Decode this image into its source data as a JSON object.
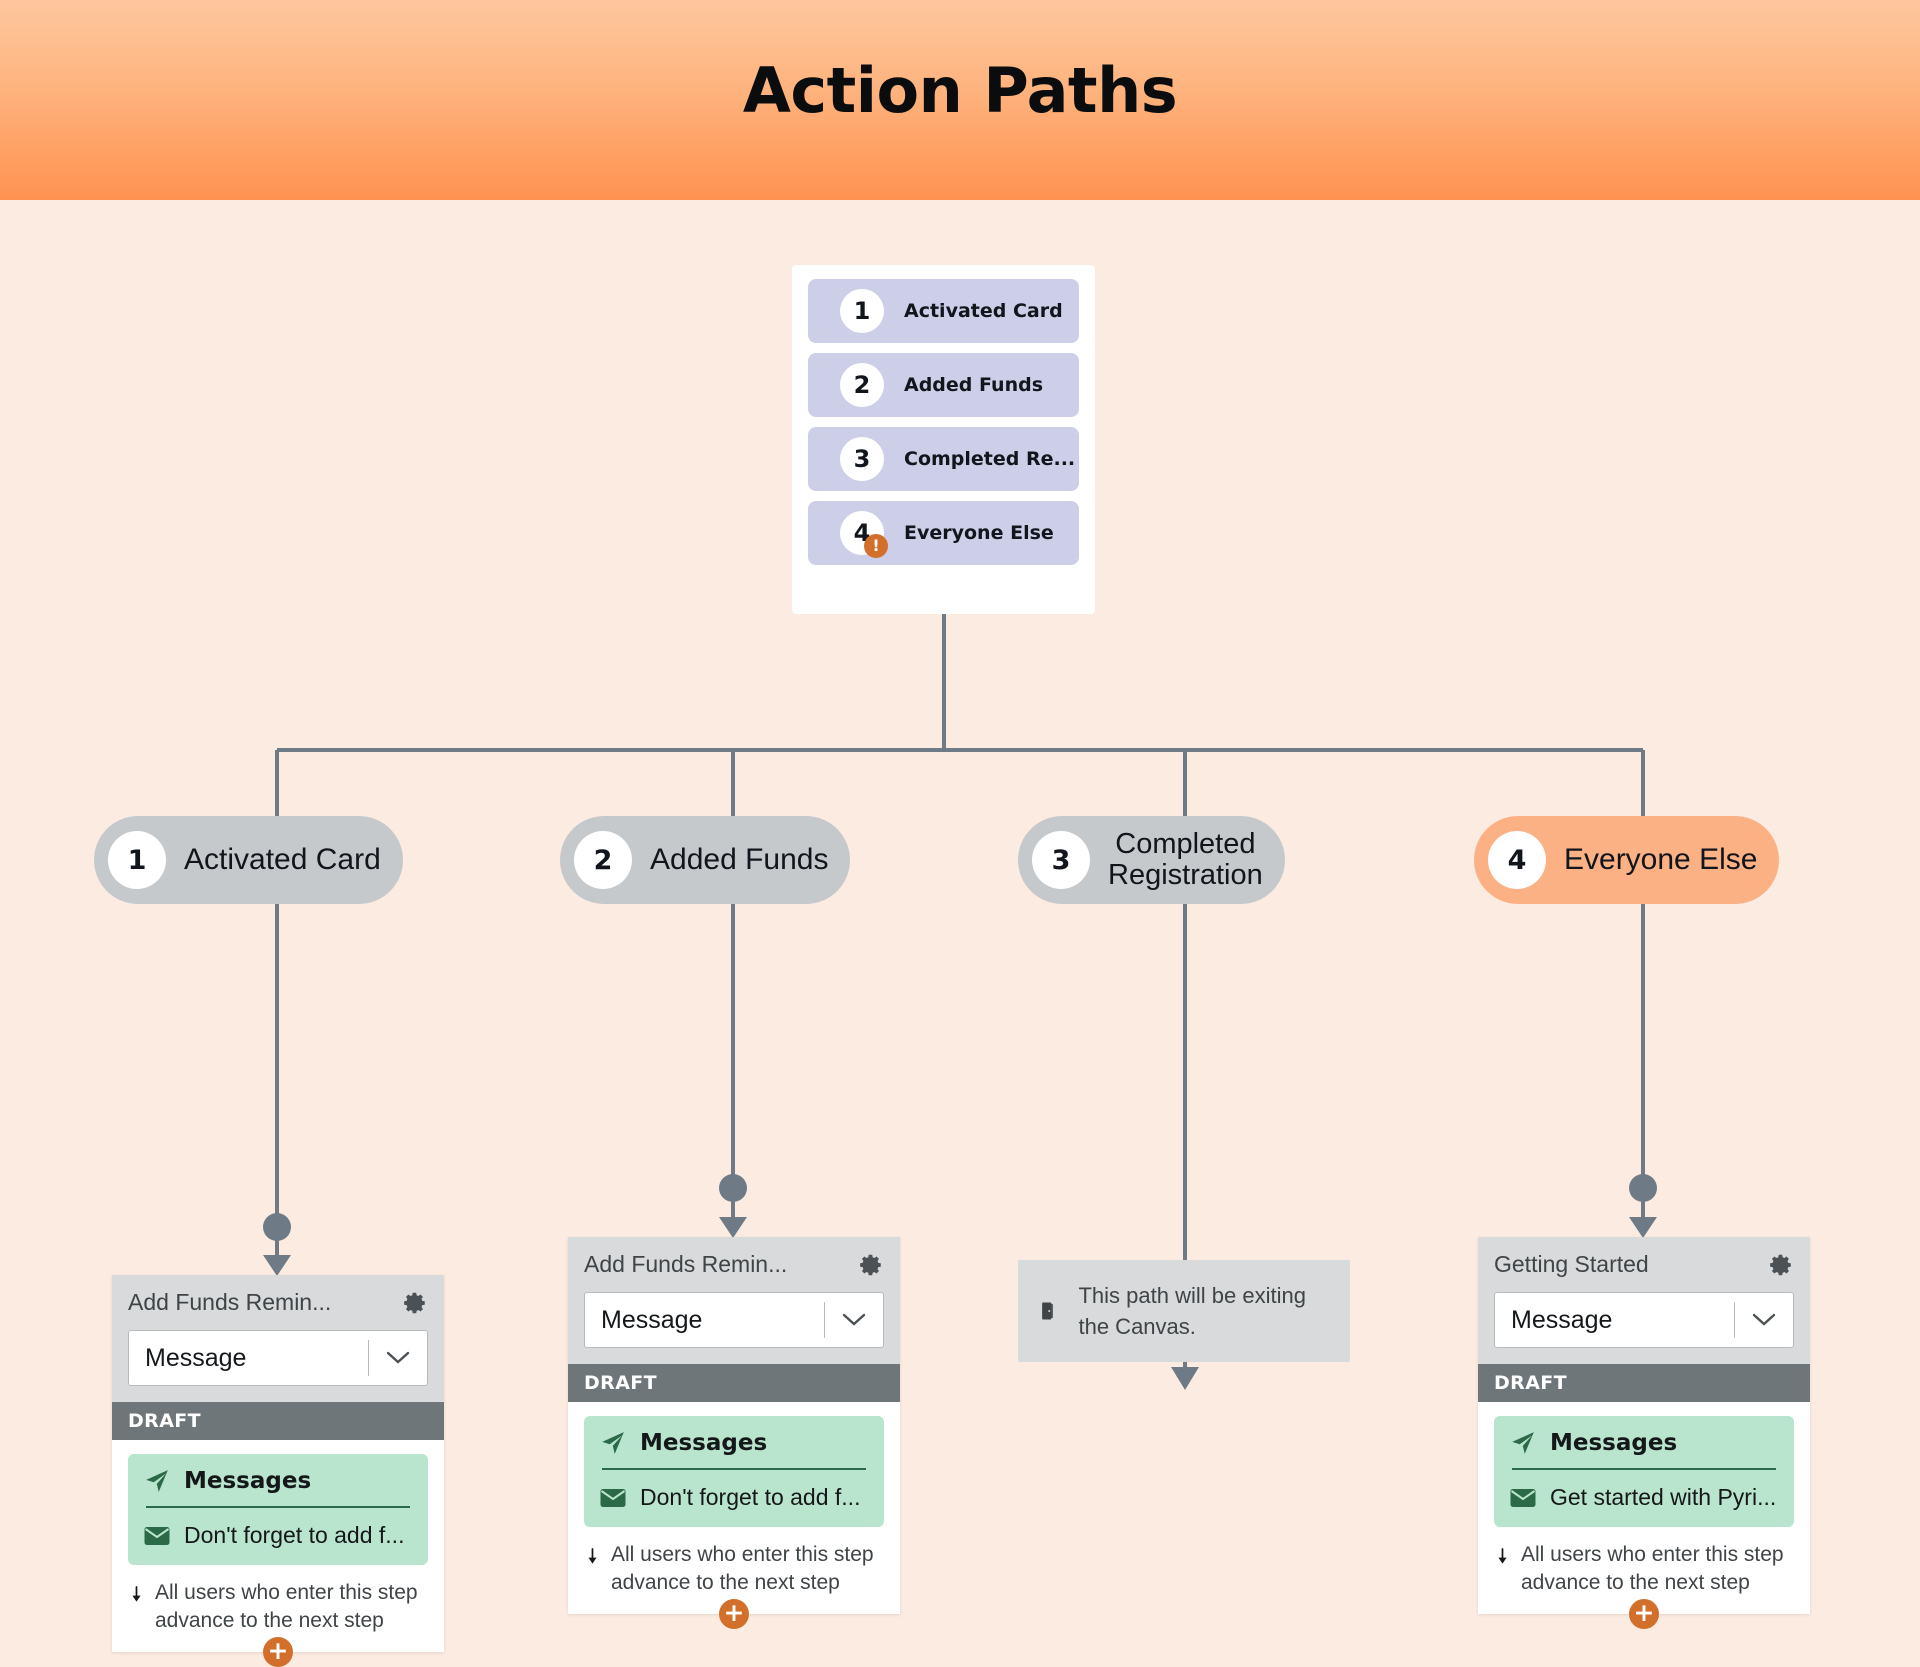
{
  "header": {
    "title": "Action Paths"
  },
  "splitter": {
    "items": [
      {
        "num": "1",
        "label": "Activated Card",
        "warning": false
      },
      {
        "num": "2",
        "label": "Added Funds",
        "warning": false
      },
      {
        "num": "3",
        "label": "Completed Re...",
        "warning": false
      },
      {
        "num": "4",
        "label": "Everyone Else",
        "warning": true
      }
    ],
    "warning_glyph": "!"
  },
  "branches": [
    {
      "num": "1",
      "label": "Activated Card",
      "highlight": false
    },
    {
      "num": "2",
      "label": "Added Funds",
      "highlight": false
    },
    {
      "num": "3",
      "label": "Completed\nRegistration",
      "label_line1": "Completed",
      "label_line2": "Registration",
      "highlight": false
    },
    {
      "num": "4",
      "label": "Everyone Else",
      "highlight": true
    }
  ],
  "cards": [
    {
      "title": "Add Funds Remin...",
      "select_value": "Message",
      "status": "DRAFT",
      "channel_label": "Messages",
      "message_label": "Don't forget to add f...",
      "advance_text": "All users who enter this step advance to the next step",
      "add_glyph": "+"
    },
    {
      "title": "Add Funds Remin...",
      "select_value": "Message",
      "status": "DRAFT",
      "channel_label": "Messages",
      "message_label": "Don't forget to add f...",
      "advance_text": "All users who enter this step advance to the next step",
      "add_glyph": "+"
    },
    {
      "title": "Getting Started",
      "select_value": "Message",
      "status": "DRAFT",
      "channel_label": "Messages",
      "message_label": "Get started with Pyri...",
      "advance_text": "All users who enter this step advance to the next step",
      "add_glyph": "+"
    }
  ],
  "exit_note": {
    "text": "This path will be exiting the Canvas."
  },
  "colors": {
    "header_gradient_top": "#FDC79E",
    "header_gradient_bottom": "#FF9351",
    "canvas_background": "#FCEBE1",
    "splitter_row": "#CDCFE8",
    "branch_pill": "#C6C9CB",
    "branch_pill_highlight": "#FCB184",
    "card_head": "#D8DADC",
    "draft_bar": "#6F7679",
    "message_box": "#B9E4CD",
    "accent_orange": "#D2702B",
    "connector_line": "#6E7B86"
  }
}
